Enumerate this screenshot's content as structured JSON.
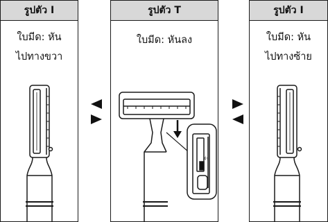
{
  "panels": [
    {
      "title": "รูปตัว I",
      "line1": "ใบมีด: หัน",
      "line2": "ไปทางขวา"
    },
    {
      "title": "รูปตัว T",
      "line1": "ใบมีด: หันลง",
      "line2": ""
    },
    {
      "title": "รูปตัว I",
      "line1": "ใบมีด: หัน",
      "line2": "ไปทางซ้าย"
    }
  ]
}
